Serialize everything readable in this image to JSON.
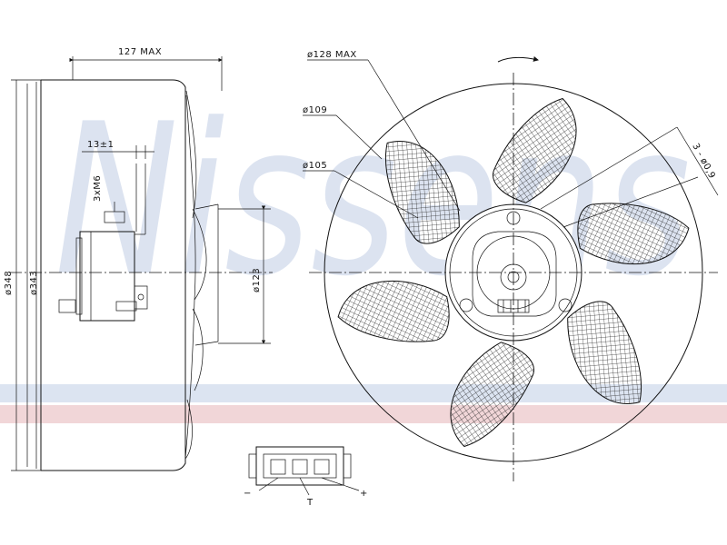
{
  "watermark": {
    "text": "Nissens",
    "color": "#cdd7e9"
  },
  "band_color": "#f1d6d8",
  "dimensions": {
    "depth_max": "127  MAX",
    "outer_dia": "ø348",
    "inner_dia": "ø343",
    "hub_offset": "13±1",
    "mount_thread": "3xM6",
    "hub_dia": "ø123",
    "fan_max_dia": "ø128  MAX",
    "dia_109": "ø109",
    "dia_105": "ø105",
    "holes": "3 - ø0,9"
  },
  "connector": {
    "minus": "−",
    "pin_t": "T",
    "plus": "+"
  }
}
